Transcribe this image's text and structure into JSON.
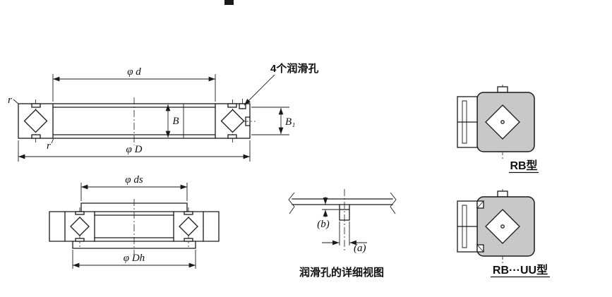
{
  "colors": {
    "background": "#ffffff",
    "line": "#1a1a1a",
    "ring_fill": "#c8c8c8"
  },
  "main_view": {
    "lube_callout": "4个润滑孔",
    "dim_inner_dia": "φ d",
    "dim_outer_dia": "φ D",
    "dim_width": "B",
    "dim_outer_ring_width": "B₁",
    "fillet_top": "r",
    "fillet_bottom": "r"
  },
  "mounted_view": {
    "dim_shaft_seat_dia": "φ ds",
    "dim_housing_seat_dia": "φ Dh"
  },
  "detail_view": {
    "dim_counterbore": "(b)",
    "dim_hole": "(a)",
    "caption": "润滑孔的详细视图"
  },
  "type_labels": {
    "rb": "RB型",
    "rb_uu": "RB···UU型"
  }
}
